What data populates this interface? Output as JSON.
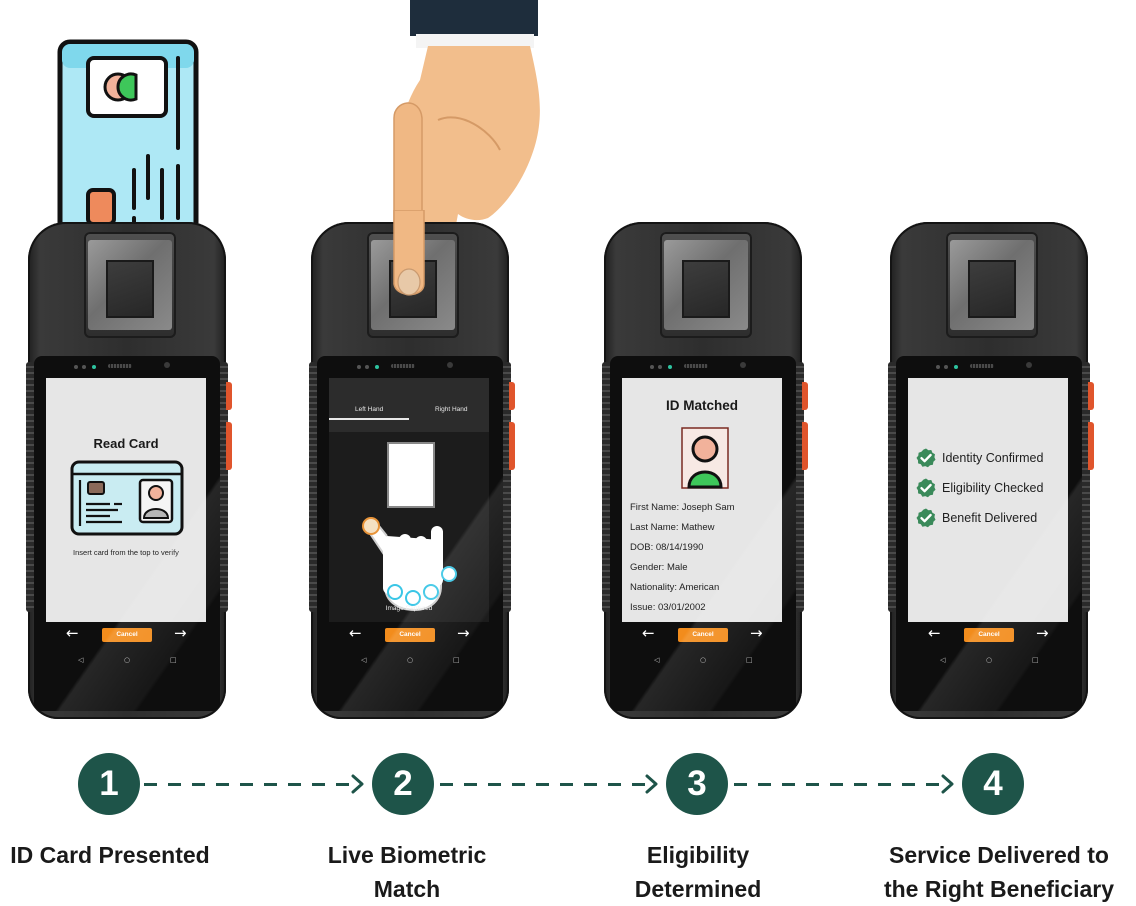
{
  "devices": [
    {
      "screen_title": "Read Card",
      "instruction": "Insert card from the top to verify",
      "cancel_label": "Cancel"
    },
    {
      "tab_left": "Left Hand",
      "tab_right": "Right Hand",
      "caption": "Image Captured",
      "cancel_label": "Cancel"
    },
    {
      "screen_title": "ID Matched",
      "fields": [
        "First Name: Joseph Sam",
        "Last Name: Mathew",
        "DOB: 08/14/1990",
        "Gender: Male",
        "Nationality: American",
        "Issue: 03/01/2002"
      ],
      "cancel_label": "Cancel"
    },
    {
      "checks": [
        "Identity Confirmed",
        "Eligibility Checked",
        "Benefit Delivered"
      ],
      "cancel_label": "Cancel"
    }
  ],
  "steps": [
    {
      "number": "1",
      "label_line1": "ID Card Presented",
      "label_line2": ""
    },
    {
      "number": "2",
      "label_line1": "Live Biometric",
      "label_line2": "Match"
    },
    {
      "number": "3",
      "label_line1": "Eligibility",
      "label_line2": "Determined"
    },
    {
      "number": "4",
      "label_line1": "Service Delivered to",
      "label_line2": "the Right Beneficiary"
    }
  ],
  "colors": {
    "step_circle": "#1e5449",
    "cancel_button": "#f28c1c",
    "check_green": "#3a8a5a",
    "card_blue": "#aee8f5",
    "avatar_green": "#3ec75a",
    "avatar_skin": "#f2b29b"
  }
}
